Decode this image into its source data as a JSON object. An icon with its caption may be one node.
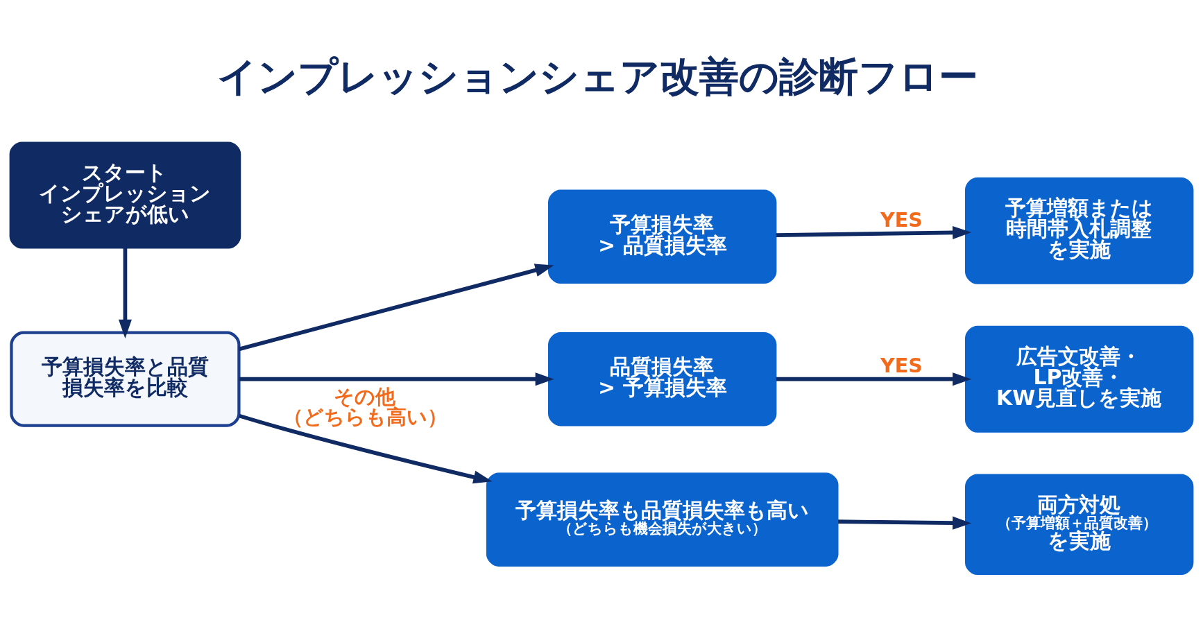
{
  "diagram": {
    "title": "インプレッションシェア改善の診断フロー",
    "nodes": [
      {
        "text": [
          "スタート",
          "インプレッションシェアが低い"
        ]
      },
      {
        "text": [
          "予算損失率と品質損失率を比較"
        ]
      },
      {
        "text": [
          "予算損失率 > 品質損失率"
        ]
      },
      {
        "text": [
          "予算増額または時間帯入札調整を実施"
        ]
      },
      {
        "text": [
          "品質損失率 > 予算損失率"
        ]
      },
      {
        "text": [
          "広告文改善・LP改善・KW見直しを実施"
        ]
      },
      {
        "text": [
          "予算損失率も品質損失率も高い",
          "（どちらも機会損失が大きい）"
        ]
      },
      {
        "text": [
          "両方対処",
          "（予算増額＋品質改善）",
          "を実施"
        ]
      }
    ],
    "edges": [
      {
        "from": 0,
        "to": 1,
        "arrow": "to"
      },
      {
        "from": 1,
        "to": 2,
        "arrow": "to"
      },
      {
        "from": 1,
        "to": 4,
        "arrow": "to"
      },
      {
        "from": 1,
        "to": 6,
        "arrow": "to",
        "label": "その他（どちらも高い）"
      },
      {
        "from": 2,
        "to": 3,
        "arrow": "to",
        "label": "YES"
      },
      {
        "from": 4,
        "to": 5,
        "arrow": "to",
        "label": "YES"
      },
      {
        "from": 6,
        "to": 7,
        "arrow": "to"
      }
    ]
  }
}
